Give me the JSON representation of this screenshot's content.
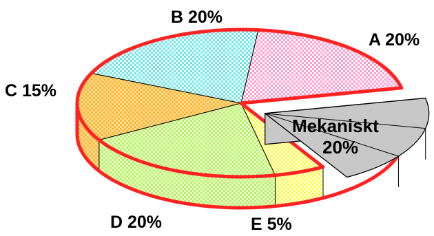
{
  "chart_data": {
    "type": "pie",
    "categories": [
      "A",
      "B",
      "C",
      "D",
      "E",
      "Mekaniskt"
    ],
    "values": [
      20,
      20,
      15,
      20,
      5,
      20
    ],
    "labels": [
      "A 20%",
      "B 20%",
      "C 15%",
      "D 20%",
      "E 5%",
      "Mekaniskt 20%"
    ],
    "exploded": [
      "Mekaniskt"
    ],
    "colors": {
      "A": "#ff99cc",
      "B": "#66e6e6",
      "C": "#ffb833",
      "D": "#b3f266",
      "E": "#ffff33",
      "Mekaniskt": "#c8c8c8",
      "outline": "#ff2222"
    }
  }
}
